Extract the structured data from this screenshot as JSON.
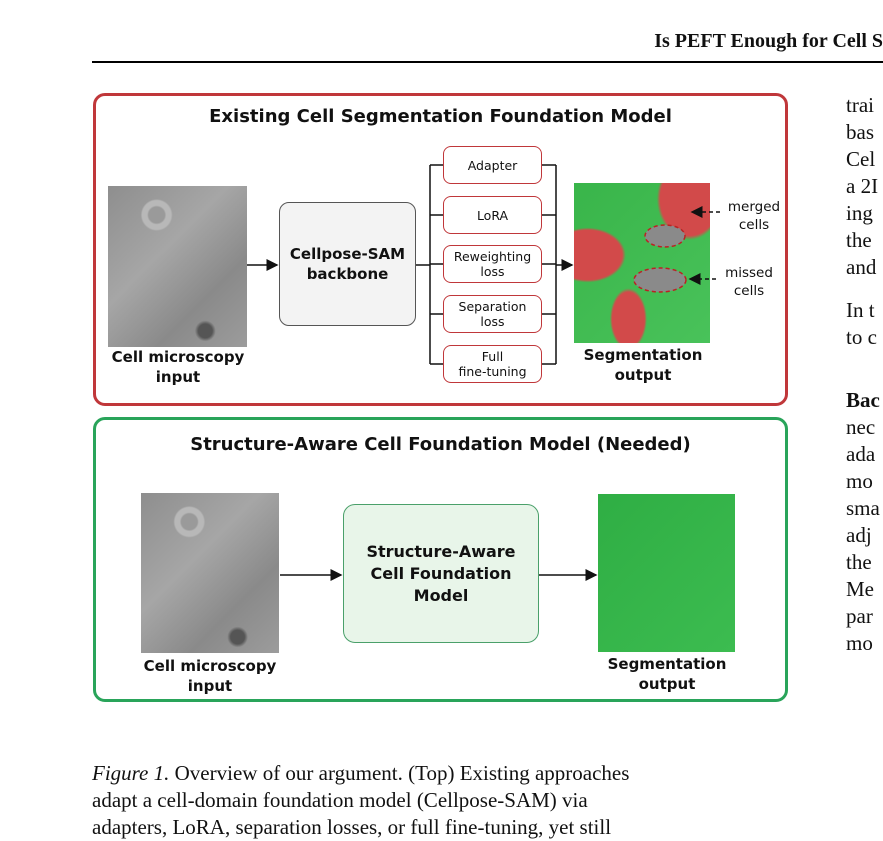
{
  "header": {
    "running_title": "Is PEFT Enough for Cell S"
  },
  "figure": {
    "top_panel": {
      "title": "Existing Cell Segmentation Foundation Model",
      "input_caption": [
        "Cell microscopy",
        "input"
      ],
      "backbone_label": [
        "Cellpose-SAM",
        "backbone"
      ],
      "options": [
        [
          "Adapter"
        ],
        [
          "LoRA"
        ],
        [
          "Reweighting",
          "loss"
        ],
        [
          "Separation",
          "loss"
        ],
        [
          "Full",
          "fine-tuning"
        ]
      ],
      "output_caption": [
        "Segmentation",
        "output"
      ],
      "annotations": [
        [
          "merged",
          "cells"
        ],
        [
          "missed",
          "cells"
        ]
      ]
    },
    "bottom_panel": {
      "title": "Structure-Aware Cell Foundation Model (Needed)",
      "input_caption": [
        "Cell microscopy",
        "input"
      ],
      "model_label": [
        "Structure-Aware",
        "Cell Foundation",
        "Model"
      ],
      "output_caption": [
        "Segmentation",
        "output"
      ]
    },
    "colors": {
      "top_border": "#c0373a",
      "bottom_border": "#29a45a",
      "model_box_fill": "#e8f5e9"
    }
  },
  "caption": {
    "label": "Figure 1.",
    "lines": [
      " Overview of our argument. (Top) Existing approaches",
      "adapt a cell-domain foundation model (Cellpose-SAM) via",
      "adapters, LoRA, separation losses, or full fine-tuning, yet still"
    ]
  },
  "right_column": {
    "lines_1": [
      "trai",
      "bas",
      "Cel",
      "a 2I",
      "ing",
      "the",
      "and"
    ],
    "lines_2": [
      "In t",
      "to c"
    ],
    "lines_3_bold": "Bac",
    "lines_3": [
      "nec",
      "ada",
      "mo",
      "sma",
      "adj",
      "the",
      "Me",
      "par",
      "mo"
    ]
  }
}
